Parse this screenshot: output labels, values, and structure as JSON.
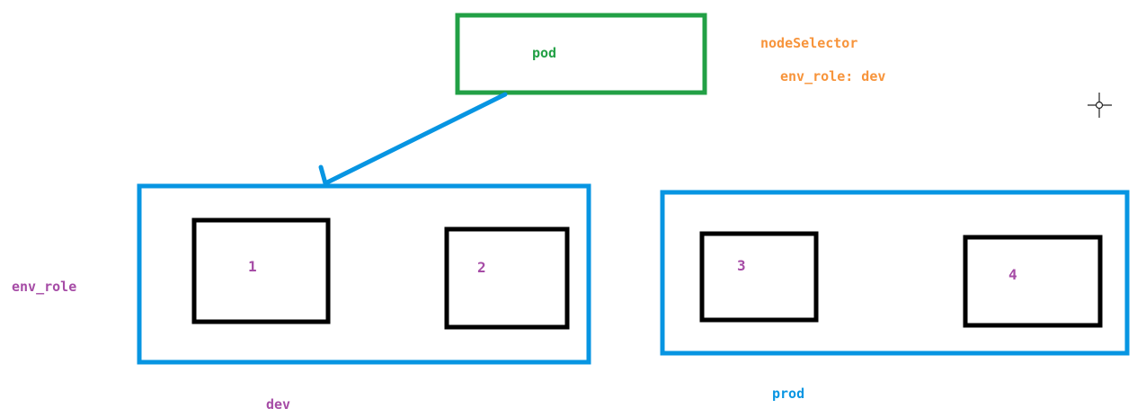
{
  "pod": {
    "label": "pod",
    "color": "#22A045"
  },
  "selector": {
    "title": "nodeSelector",
    "entry": "env_role: dev",
    "color": "#F7943B"
  },
  "label_key": {
    "text": "env_role",
    "color": "#A64CA6"
  },
  "groups": [
    {
      "label": "dev",
      "label_color": "#A64CA6",
      "border_color": "#0795E2",
      "nodes": [
        "1",
        "2"
      ]
    },
    {
      "label": "prod",
      "label_color": "#0795E2",
      "border_color": "#0795E2",
      "nodes": [
        "3",
        "4"
      ]
    }
  ],
  "node_border_color": "#000000",
  "node_label_color": "#A64CA6",
  "arrow_color": "#0795E2",
  "crosshair_icon": "crosshair-icon"
}
